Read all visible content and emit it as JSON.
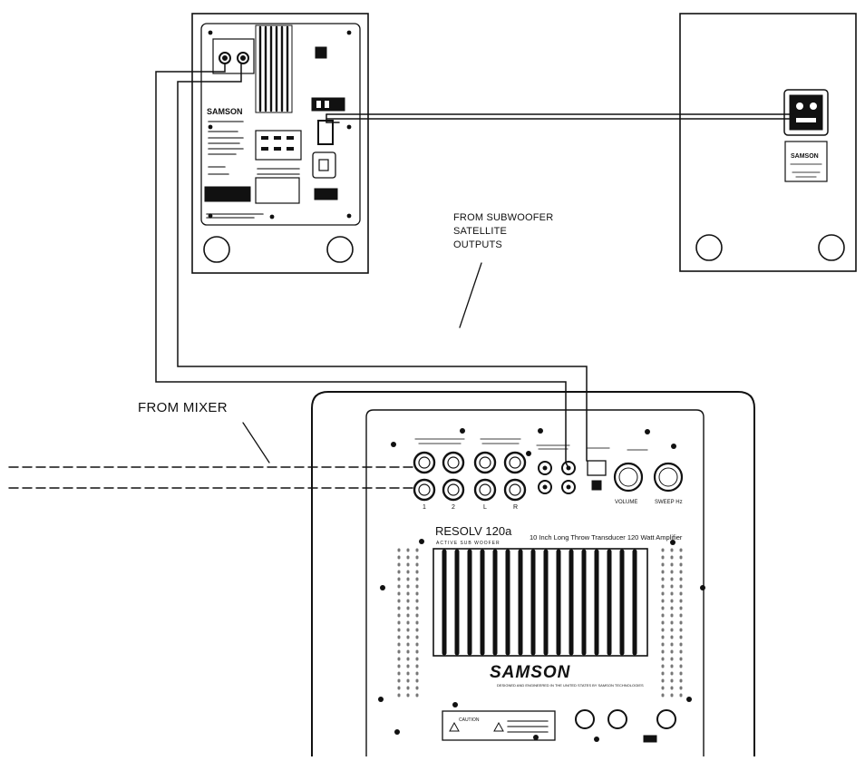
{
  "labels": {
    "satellite_outputs": [
      "FROM SUBWOOFER",
      "SATELLITE",
      "OUTPUTS"
    ],
    "mixer": "FROM MIXER"
  },
  "subwoofer_panel": {
    "brand": "SAMSON",
    "model_badge": "RESOLV 120a",
    "model_subtitle": "ACTIVE SUB WOOFER",
    "caption": "10 Inch Long Throw Transducer 120 Watt Amplifier",
    "knobs": [
      "VOLUME",
      "SWEEP Hz"
    ],
    "jack_columns": [
      "1",
      "2",
      "L",
      "R"
    ],
    "brand_subtext": "DESIGNED AND ENGINEERED IN THE UNITED STATES BY SAMSON TECHNOLOGIES",
    "warning_title": "CAUTION"
  },
  "satellite_monitor": {
    "brand": "SAMSON"
  }
}
